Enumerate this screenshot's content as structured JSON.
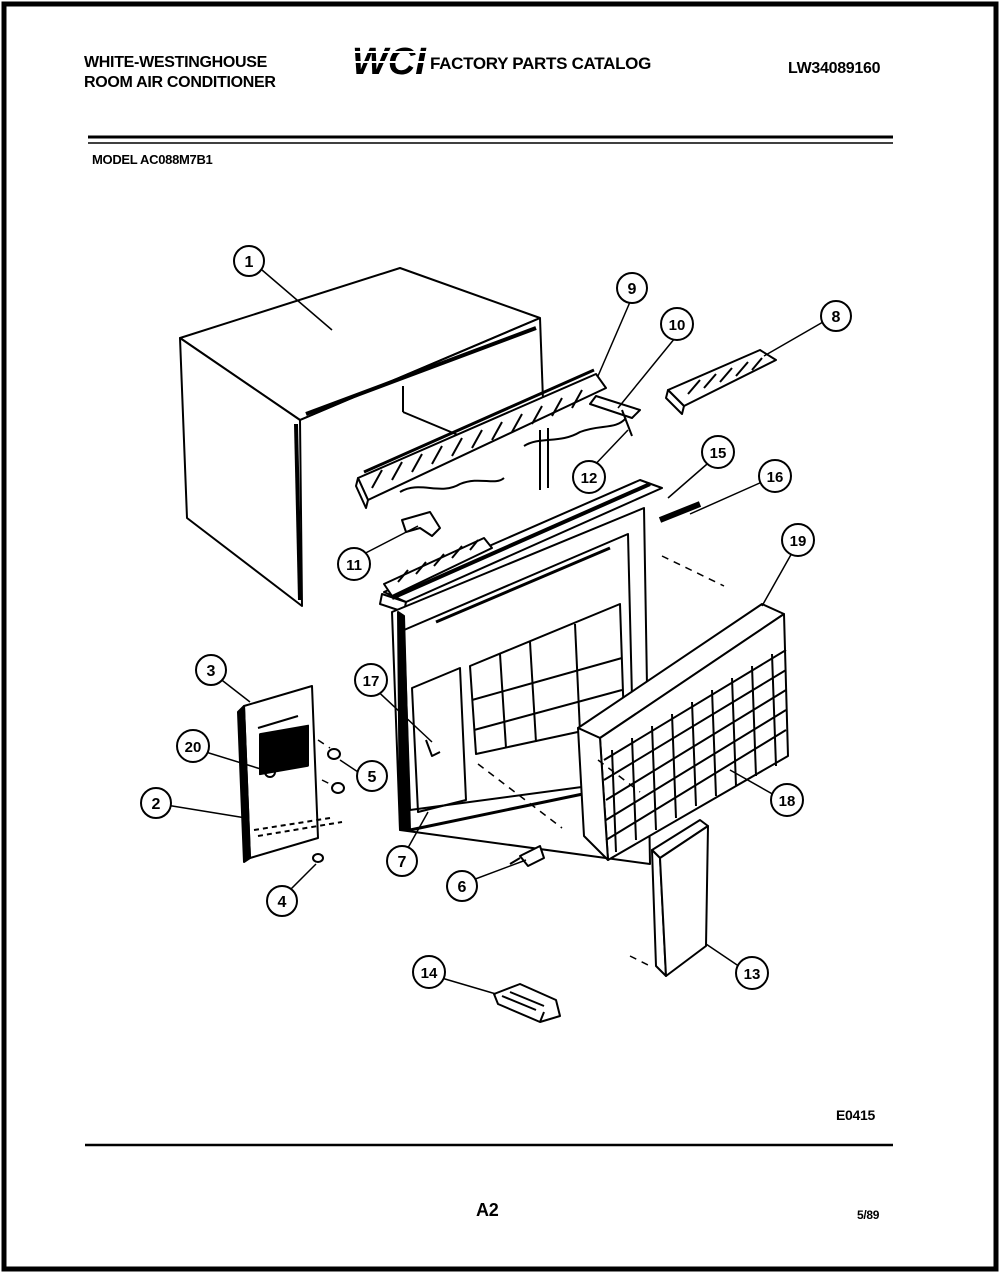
{
  "header": {
    "brand_line1": "WHITE-WESTINGHOUSE",
    "brand_line2": "ROOM AIR CONDITIONER",
    "logo_text": "WCI",
    "catalog_title": "FACTORY PARTS CATALOG",
    "doc_number": "LW34089160"
  },
  "model_label": "MODEL AC088M7B1",
  "callouts": [
    "1",
    "2",
    "3",
    "4",
    "5",
    "6",
    "7",
    "8",
    "9",
    "10",
    "11",
    "12",
    "13",
    "14",
    "15",
    "16",
    "17",
    "18",
    "19",
    "20"
  ],
  "footer": {
    "figure_code": "E0415",
    "page_label": "A2",
    "date": "5/89"
  }
}
